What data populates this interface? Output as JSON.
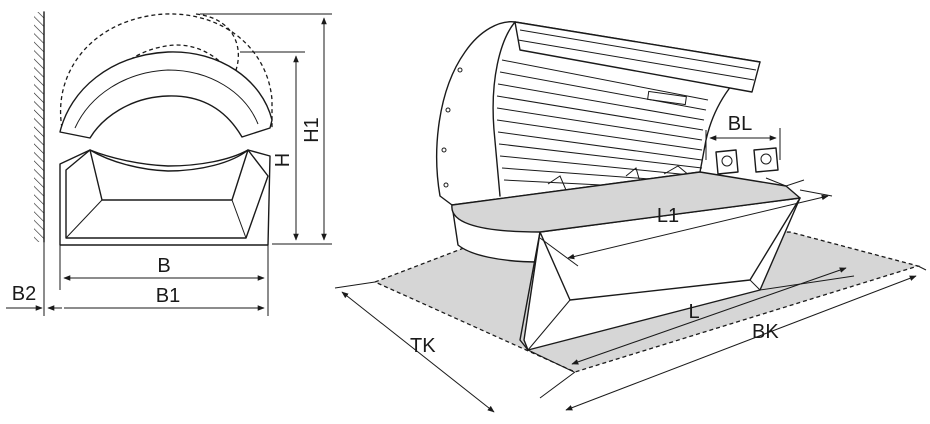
{
  "side_view": {
    "labels": {
      "b": "B",
      "b1": "B1",
      "b2": "B2",
      "h": "H",
      "h1": "H1"
    }
  },
  "perspective_view": {
    "labels": {
      "l": "L",
      "l1": "L1",
      "bl": "BL",
      "bk": "BK",
      "tk": "TK"
    }
  },
  "colors": {
    "line": "#1a1a1a",
    "floor_area": "#d6d6d6",
    "background": "#ffffff"
  }
}
